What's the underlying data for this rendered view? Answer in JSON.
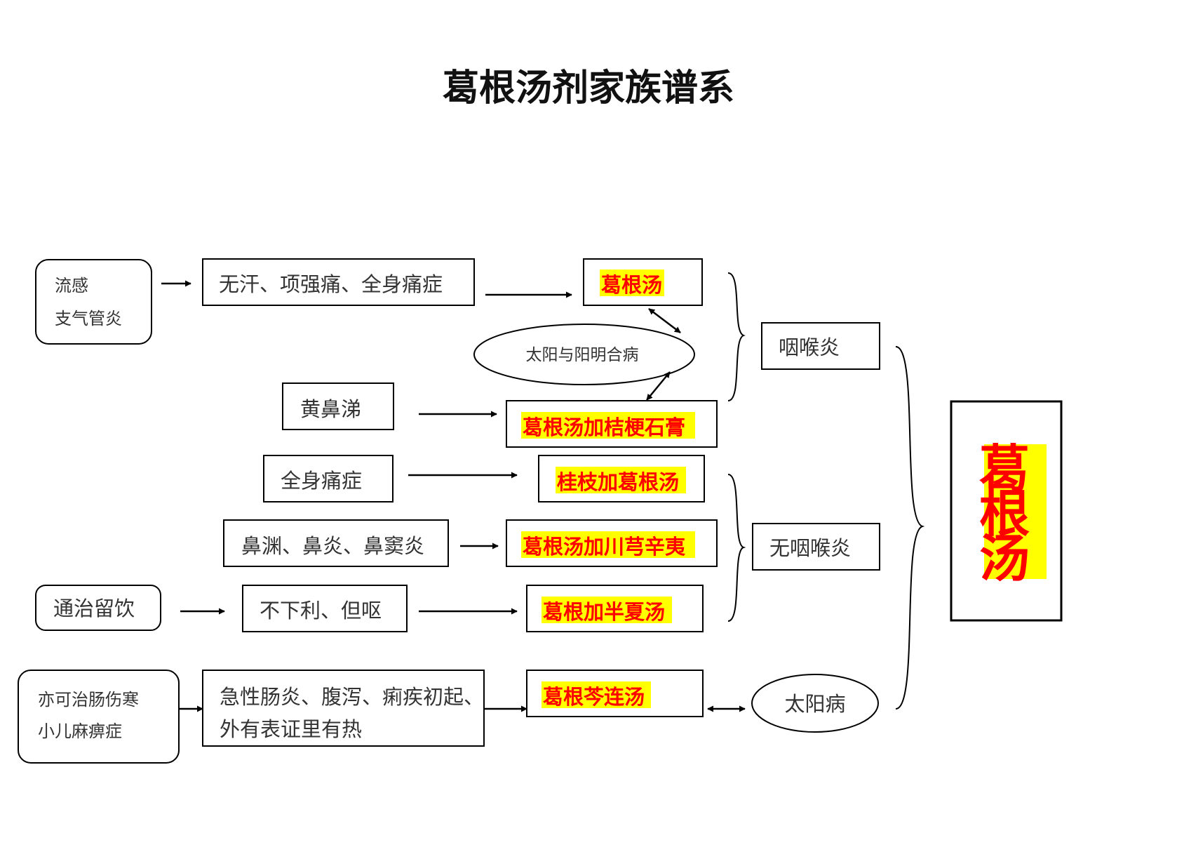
{
  "title": "葛根汤剂家族谱系",
  "colors": {
    "formula_text": "#ff0000",
    "highlight": "#ffff00",
    "stroke": "#000000",
    "text": "#333333"
  },
  "diseases": {
    "d1_line1": "流感",
    "d1_line2": "支气管炎",
    "d2": "通治留饮",
    "d3_line1": "亦可治肠伤寒",
    "d3_line2": "小儿麻痹症"
  },
  "symptoms": {
    "s1": "无汗、项强痛、全身痛症",
    "s2": "黄鼻涕",
    "s3": "全身痛症",
    "s4": "鼻渊、鼻炎、鼻窦炎",
    "s5": "不下利、但呕",
    "s6_line1": "急性肠炎、腹泻、痢疾初起、",
    "s6_line2": "外有表证里有热"
  },
  "formulas": {
    "f1": "葛根汤",
    "f2": "葛根汤加桔梗石膏",
    "f3": "桂枝加葛根汤",
    "f4": "葛根汤加川芎辛夷",
    "f5": "葛根加半夏汤",
    "f6": "葛根芩连汤"
  },
  "conditions": {
    "taiyang_yangming": "太阳与阳明合病",
    "pharyngitis": "咽喉炎",
    "no_pharyngitis": "无咽喉炎",
    "taiyang": "太阳病"
  },
  "main": {
    "char1": "葛",
    "char2": "根",
    "char3": "汤"
  }
}
